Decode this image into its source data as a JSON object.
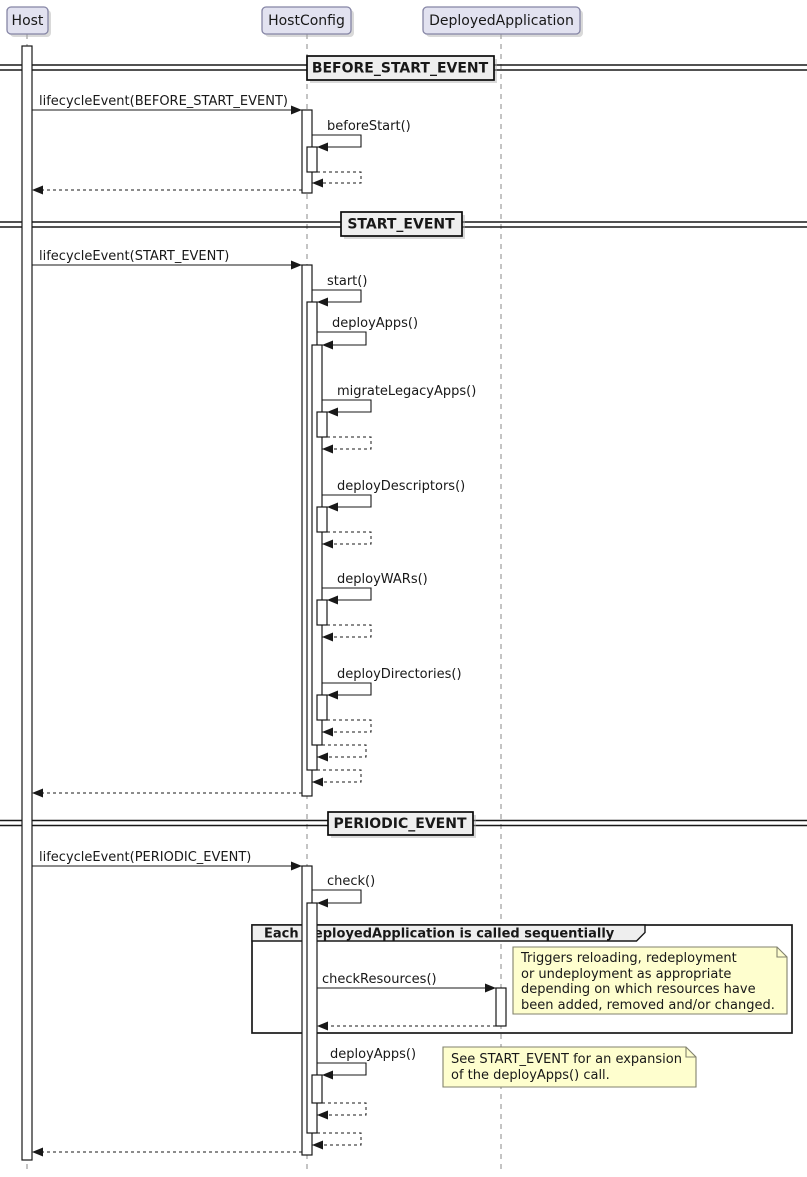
{
  "participants": [
    {
      "name": "Host"
    },
    {
      "name": "HostConfig"
    },
    {
      "name": "DeployedApplication"
    }
  ],
  "dividers": [
    {
      "label": "BEFORE_START_EVENT"
    },
    {
      "label": "START_EVENT"
    },
    {
      "label": "PERIODIC_EVENT"
    }
  ],
  "messages": {
    "lifecycleBeforeStart": "lifecycleEvent(BEFORE_START_EVENT)",
    "beforeStart": "beforeStart()",
    "lifecycleStart": "lifecycleEvent(START_EVENT)",
    "start": "start()",
    "deployApps": "deployApps()",
    "migrateLegacyApps": "migrateLegacyApps()",
    "deployDescriptors": "deployDescriptors()",
    "deployWARs": "deployWARs()",
    "deployDirectories": "deployDirectories()",
    "lifecyclePeriodic": "lifecycleEvent(PERIODIC_EVENT)",
    "check": "check()",
    "checkResources": "checkResources()",
    "deployAppsPeriodic": "deployApps()"
  },
  "group": {
    "label": "Each DeployedApplication is called sequentially"
  },
  "notes": {
    "checkResources": {
      "line1": "Triggers reloading, redeployment",
      "line2": "or undeployment as appropriate",
      "line3": "depending on which resources have",
      "line4": "been added, removed and/or changed."
    },
    "deployApps": {
      "line1": "See START_EVENT for an expansion",
      "line2": "of the deployApps() call."
    }
  },
  "colors": {
    "participant_fill": "#E2E2F0",
    "divider_fill": "#EEEEEE",
    "group_header_fill": "#EEEEEE",
    "note_fill": "#FEFECE",
    "activation_fill": "#FFFFFF",
    "line_color": "#181818"
  }
}
